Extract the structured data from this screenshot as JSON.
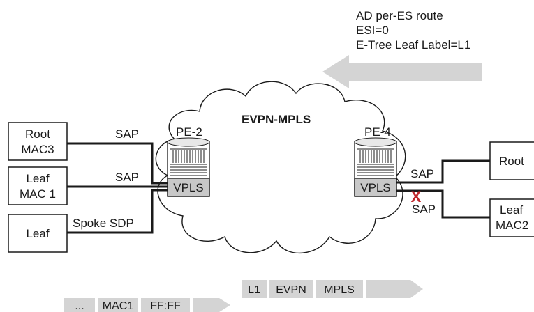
{
  "route_info": {
    "line1": "AD per-ES route",
    "line2": "ESI=0",
    "line3": "E-Tree Leaf Label=L1"
  },
  "cloud_label": "EVPN-MPLS",
  "pe_left": {
    "name": "PE-2",
    "service": "VPLS"
  },
  "pe_right": {
    "name": "PE-4",
    "service": "VPLS"
  },
  "left_sites": [
    {
      "line1": "Root",
      "line2": "MAC3",
      "link": "SAP"
    },
    {
      "line1": "Leaf",
      "line2": "MAC 1",
      "link": "SAP"
    },
    {
      "line1": "Leaf",
      "line2": "",
      "link": "Spoke SDP"
    }
  ],
  "right_sites": [
    {
      "line1": "Root",
      "line2": "",
      "link": "SAP"
    },
    {
      "line1": "Leaf",
      "line2": "MAC2",
      "link": "SAP"
    }
  ],
  "blocked_marker": "X",
  "frame_lower": [
    "...",
    "MAC1",
    "FF:FF"
  ],
  "frame_upper": [
    "L1",
    "EVPN",
    "MPLS"
  ],
  "colors": {
    "line": "#1a1a1a",
    "arrow_fill": "#d4d4d4",
    "vpls_fill": "#c8c8c8",
    "blocked": "#c0282d"
  }
}
